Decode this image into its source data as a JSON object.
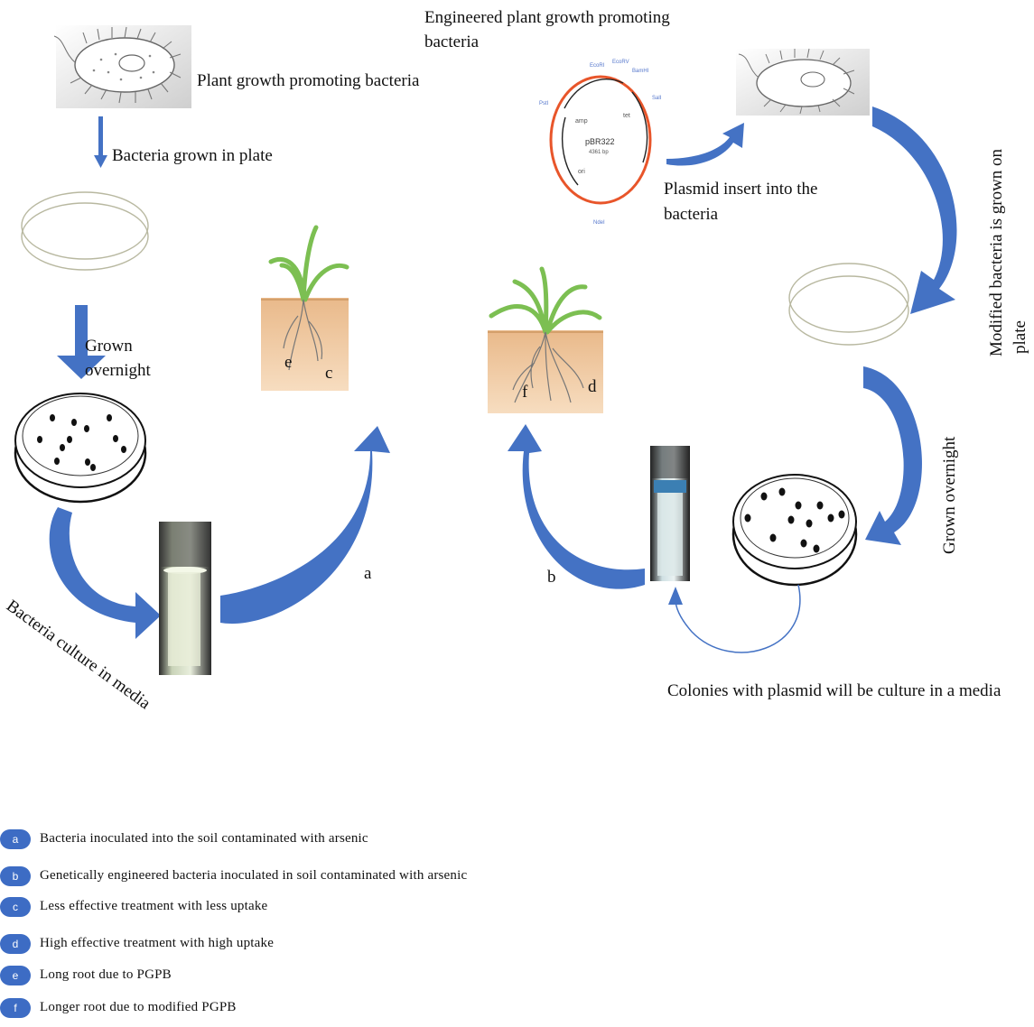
{
  "labels": {
    "pgpb": "Plant growth promoting bacteria",
    "grown_in_plate": "Bacteria grown in plate",
    "grown_overnight_left_1": "Grown",
    "grown_overnight_left_2": "overnight",
    "culture_in_media": "Bacteria culture in media",
    "engineered_1": "Engineered plant growth promoting",
    "engineered_2": "bacteria",
    "plasmid_insert_1": "Plasmid insert into the",
    "plasmid_insert_2": "bacteria",
    "modified_grown_1": "Modified bacteria is grown on",
    "modified_grown_2": "plate",
    "grown_overnight_right": "Grown overnight",
    "colonies_culture": "Colonies with plasmid will be culture in a media",
    "arrow_a": "a",
    "arrow_b": "b",
    "plant_left_e": "e",
    "plant_left_c": "c",
    "plant_right_f": "f",
    "plant_right_d": "d"
  },
  "plasmid": {
    "name": "pBR322",
    "size": "4361 bp",
    "features": [
      "amp",
      "tet",
      "ori"
    ],
    "sites": [
      "EcoRI",
      "EcoRV",
      "BamHI",
      "SalI",
      "PstI",
      "NdeI"
    ]
  },
  "legend": [
    {
      "key": "a",
      "text": "Bacteria inoculated into the soil contaminated with arsenic"
    },
    {
      "key": "b",
      "text": "Genetically engineered bacteria inoculated in soil contaminated with arsenic"
    },
    {
      "key": "c",
      "text": "Less effective treatment with less uptake"
    },
    {
      "key": "d",
      "text": "High effective treatment with high uptake"
    },
    {
      "key": "e",
      "text": "Long root due to PGPB"
    },
    {
      "key": "f",
      "text": "Longer root due to modified PGPB"
    }
  ],
  "colors": {
    "arrow_blue": "#4472c4",
    "legend_circle": "#3d6cc4",
    "plasmid_ring": "#e8552a",
    "soil": "#f2c99b"
  }
}
